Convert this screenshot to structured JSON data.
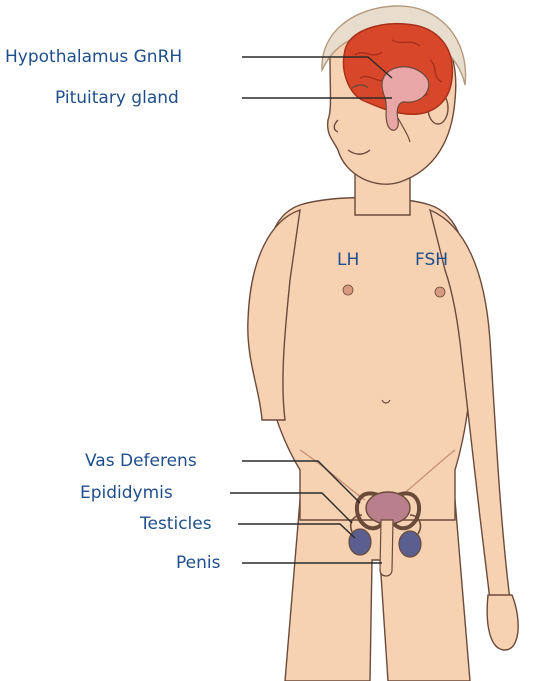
{
  "labels": {
    "hypothalamus": "Hypothalamus GnRH",
    "pituitary": "Pituitary gland",
    "lh": "LH",
    "fsh": "FSH",
    "vas_deferens": "Vas Deferens",
    "epididymis": "Epididymis",
    "testicles": "Testicles",
    "penis": "Penis"
  },
  "colors": {
    "label_text": "#1f4e8c",
    "skin": "#f6d2b3",
    "skin_shadow": "#e7b08f",
    "outline": "#6b4a3a",
    "hair": "#b39a7c",
    "brain": "#d9472b",
    "brain_folds": "#a82f18",
    "pituitary": "#e8a6a6",
    "reproductive": "#b97f8c",
    "testicle": "#5b5f8f",
    "leader_line": "#2a2a2a"
  }
}
